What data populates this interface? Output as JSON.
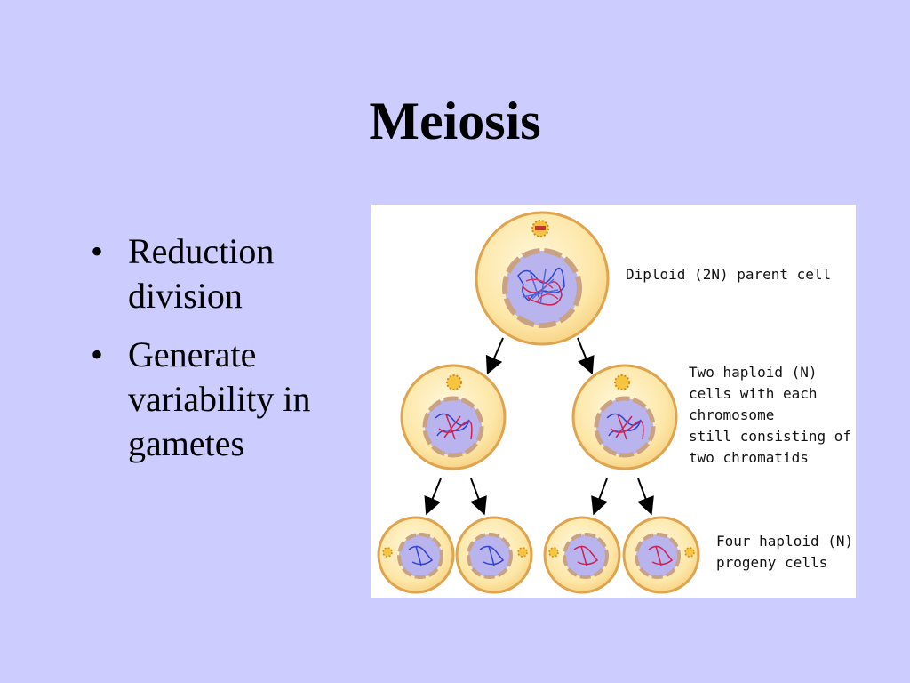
{
  "slide": {
    "title": "Meiosis",
    "bullets": [
      {
        "line1": "Reduction",
        "line2": "division"
      },
      {
        "line1": "Generate",
        "line2": "variability in",
        "line3": "gametes"
      }
    ]
  },
  "diagram": {
    "parent_label": "Diploid (2N) parent cell",
    "middle_label": [
      "Two haploid (N)",
      "cells with each",
      "chromosome",
      "still consisting of",
      "two chromatids"
    ],
    "bottom_label": [
      "Four haploid (N)",
      "progeny cells"
    ],
    "colors": {
      "background": "#ccccff",
      "cell_fill": "#fde7a8",
      "cell_outline": "#e0a34e",
      "nucleus_fill": "#b9b4ee",
      "nucleus_ring": "#c9a183",
      "chromosome_blue": "#3344cc",
      "chromosome_red": "#cc2255",
      "arrow": "#000000"
    }
  }
}
